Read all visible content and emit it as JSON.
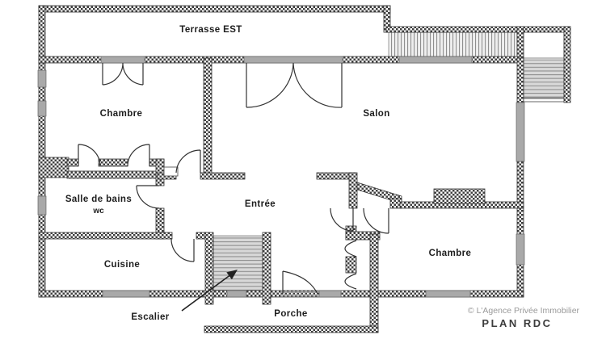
{
  "plan": {
    "type": "floor-plan",
    "rooms": {
      "terrasse": {
        "label": "Terrasse EST"
      },
      "chambre1": {
        "label": "Chambre"
      },
      "salon": {
        "label": "Salon"
      },
      "salle_de_bains": {
        "label": "Salle de bains",
        "sublabel": "wc"
      },
      "entree": {
        "label": "Entrée"
      },
      "cuisine": {
        "label": "Cuisine"
      },
      "chambre2": {
        "label": "Chambre"
      },
      "porche": {
        "label": "Porche"
      }
    },
    "annotations": {
      "escalier_label": "Escalier",
      "copyright": "© L'Agence Privée Immobilier",
      "plan_name": "PLAN RDC"
    },
    "colors": {
      "wall_dark": "#3f3f3f",
      "outline": "#333333",
      "window_gray": "#a9a9a9",
      "stair_fill": "#d8d8d8",
      "stair_line": "#8f8f8f",
      "strip_fill": "#efefef",
      "text": "#1d1d1d",
      "watermark": "#9a9a9a"
    }
  }
}
